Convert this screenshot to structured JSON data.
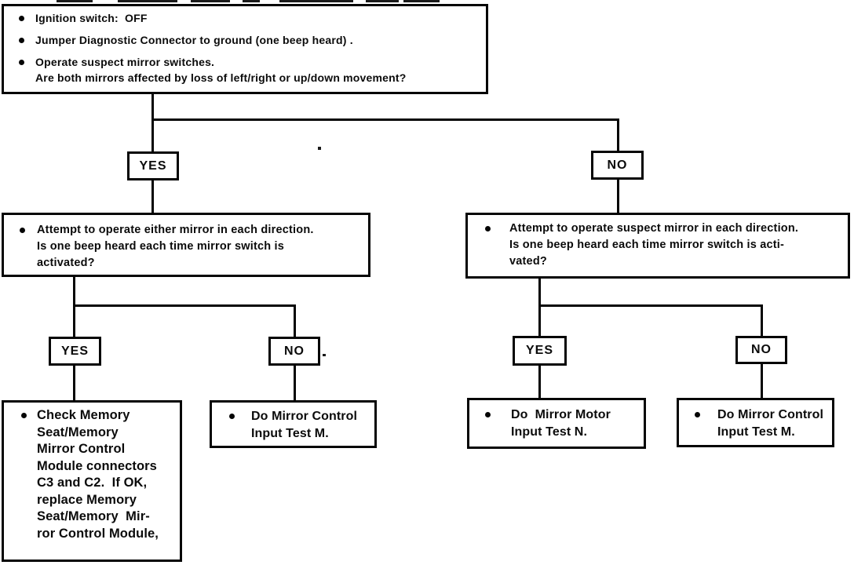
{
  "palette": {
    "ink": "#050505",
    "paper": "#ffffff"
  },
  "flowchart": {
    "nodes": {
      "start": {
        "bullets": [
          "Ignition switch:  OFF",
          "Jumper Diagnostic Connector to ground (one beep heard) .",
          "Operate suspect mirror switches.\nAre both mirrors affected by loss of left/right or up/down movement?"
        ]
      },
      "gate1_yes": "YES",
      "gate1_no": "NO",
      "question_yes_branch": "Attempt to operate either mirror in each direction.\nIs one beep heard each time mirror switch is\nactivated?",
      "question_no_branch": "Attempt to operate suspect mirror in each direction.\nIs one beep heard each time mirror switch is acti-\nvated?",
      "gate2_yes": "YES",
      "gate2_no": "NO",
      "gate3_yes": "YES",
      "gate3_no": "NO",
      "action_replace_module": "Check Memory\nSeat/Memory\nMirror Control\nModule connectors\nC3 and C2.  If OK,\nreplace Memory\nSeat/Memory  Mir-\nror Control Module,",
      "action_control_input_test_left": "Do Mirror Control\nInput Test M.",
      "action_motor_input_test": "Do  Mirror Motor\nInput Test N.",
      "action_control_input_test_right": "Do Mirror Control\nInput Test M."
    }
  }
}
